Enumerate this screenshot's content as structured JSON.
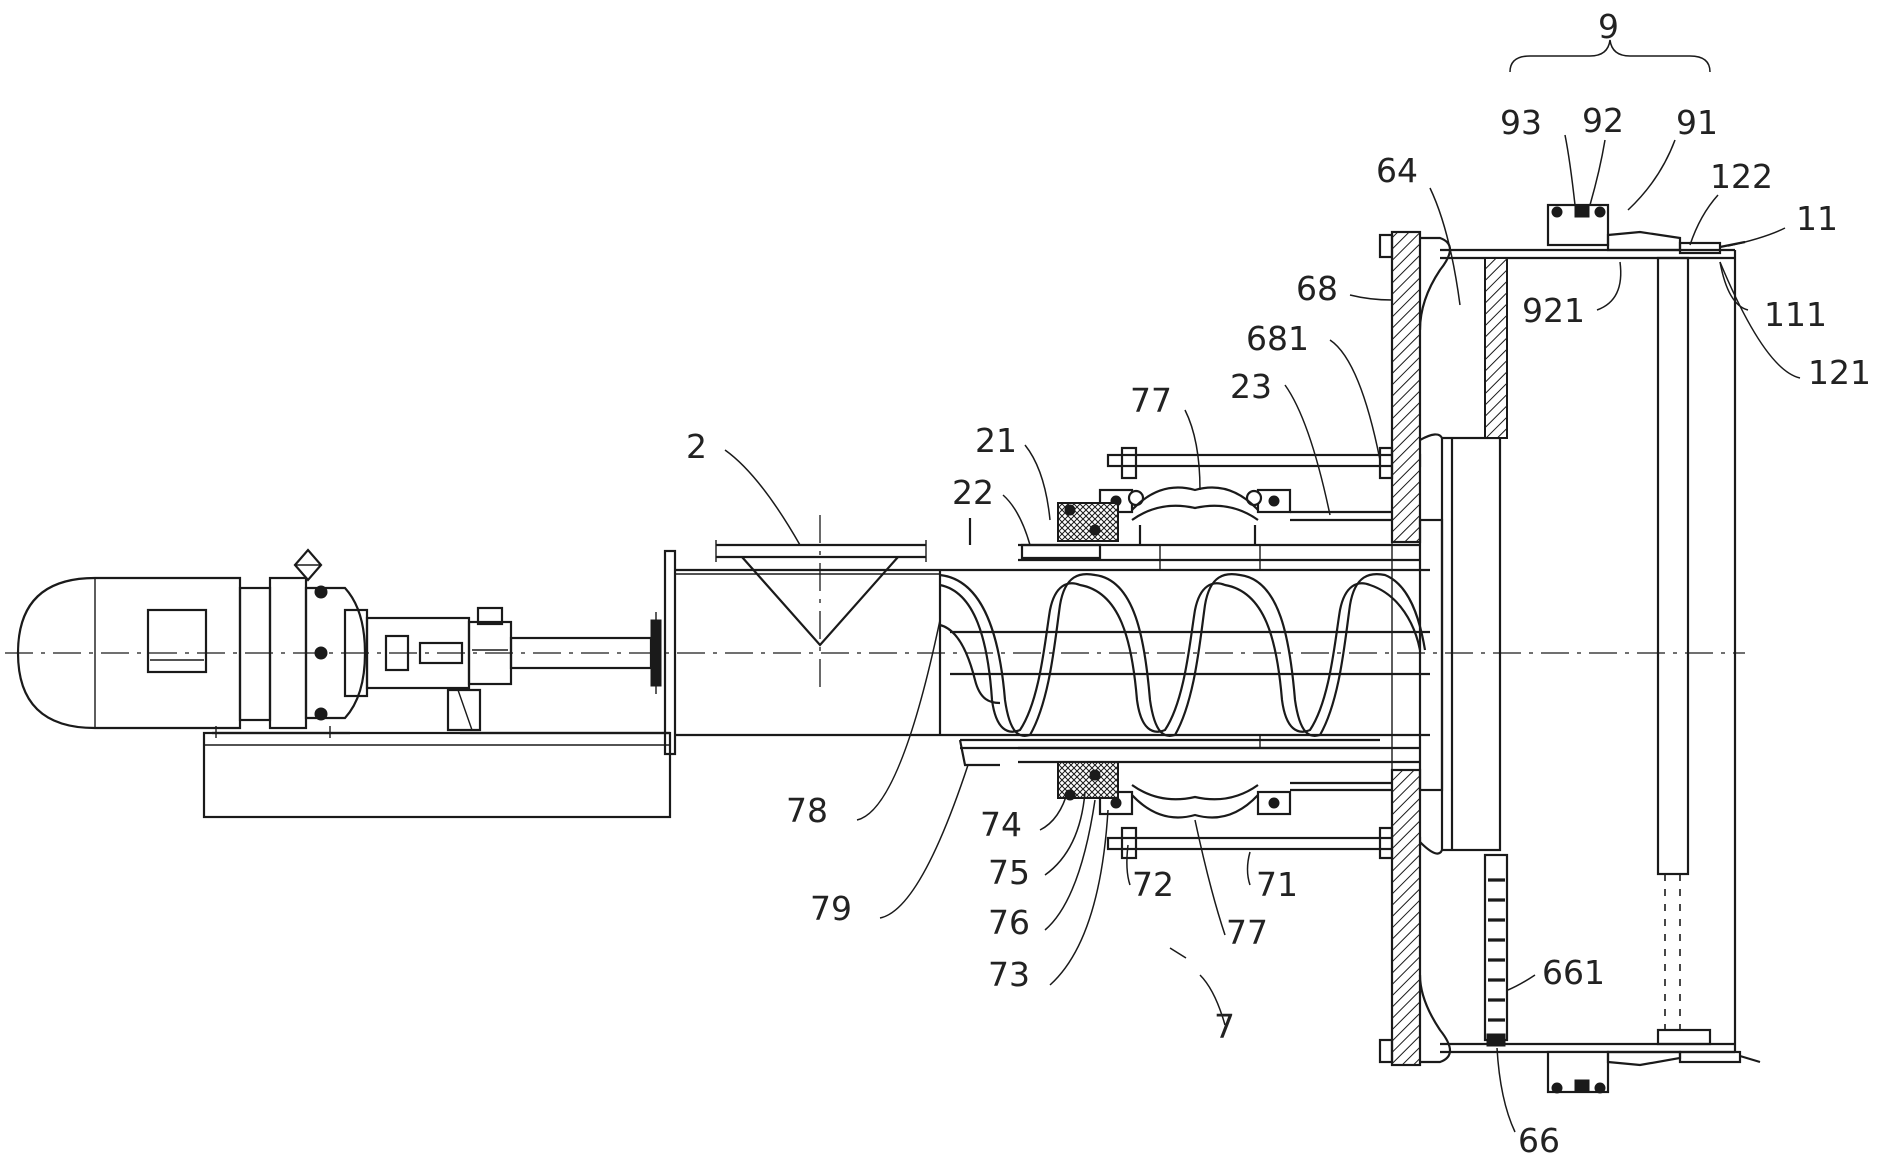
{
  "figure": {
    "labels": {
      "l9": "9",
      "l93": "93",
      "l92": "92",
      "l91": "91",
      "l122": "122",
      "l64": "64",
      "l11": "11",
      "l68": "68",
      "l921": "921",
      "l111": "111",
      "l681": "681",
      "l121": "121",
      "l77a": "77",
      "l23": "23",
      "l2": "2",
      "l21": "21",
      "l22": "22",
      "l78": "78",
      "l74": "74",
      "l75": "75",
      "l72": "72",
      "l71": "71",
      "l79": "79",
      "l76": "76",
      "l77b": "77",
      "l661": "661",
      "l73": "73",
      "l7": "7",
      "l66": "66"
    }
  }
}
